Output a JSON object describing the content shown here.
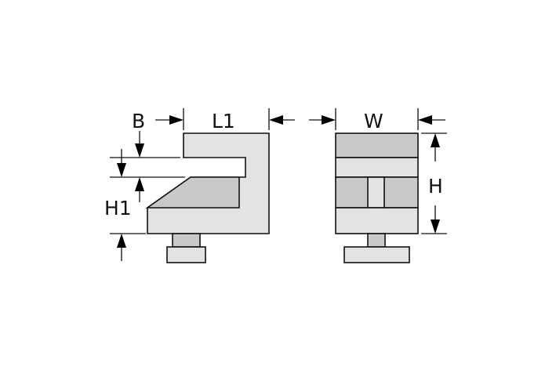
{
  "labels": {
    "b": "B",
    "l1": "L1",
    "h1": "H1",
    "w": "W",
    "h": "H"
  },
  "colors": {
    "light_fill": "#e3e3e3",
    "dark_fill": "#c9c9c9",
    "outline": "#111111"
  }
}
